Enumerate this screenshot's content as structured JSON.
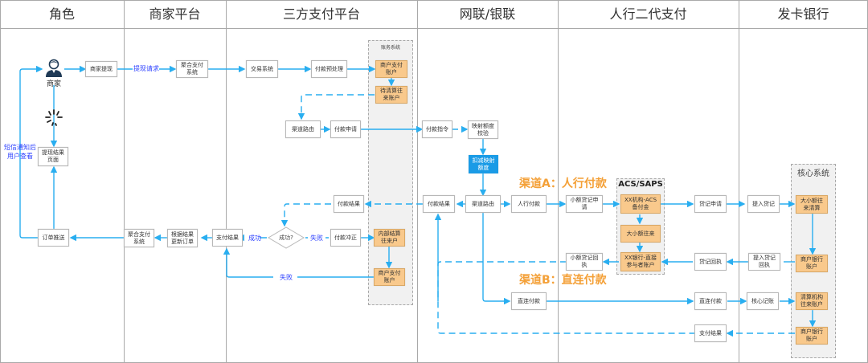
{
  "lanes": [
    {
      "label": "角色"
    },
    {
      "label": "商家平台"
    },
    {
      "label": "三方支付平台"
    },
    {
      "label": "网联/银联"
    },
    {
      "label": "人行二代支付"
    },
    {
      "label": "发卡银行"
    }
  ],
  "groups": {
    "account_system": "账务系统",
    "acs_saps": "ACS/SAPS",
    "core_system": "核心系统"
  },
  "actor": {
    "name": "商家",
    "icon": "merchant-user-icon"
  },
  "nodes": {
    "merchant_withdraw": "商家提现",
    "withdraw_result_page": "提现结果页面",
    "order_push": "订单推送",
    "aggregate_pay_1": "聚合支付系统",
    "aggregate_pay_2": "聚合支付系统",
    "update_order": "根据结果更新订单",
    "trade_system": "交易系统",
    "pay_preprocess": "付款预处理",
    "merchant_pay_account_1": "商户支付账户",
    "pending_clearing_account": "待清算往来账户",
    "channel_route_1": "渠道路由",
    "pay_apply": "付款申请",
    "pay_result_1": "付款结果",
    "pay_reversal": "付款冲正",
    "internal_settlement_account": "内部结算往来户",
    "merchant_pay_account_2": "商户支付账户",
    "payment_result_1": "支付结果",
    "pay_instruction": "付款指令",
    "mapping_quota_check": "映射额度校验",
    "deduct_mapping_quota": "扣减映射额度",
    "pay_result_2": "付款结果",
    "channel_route_2": "渠道路由",
    "pboc_pay": "人行付款",
    "direct_pay_1": "直连付款",
    "small_credit_apply": "小额贷记申请",
    "small_credit_receipt": "小额贷记回执",
    "acs_reserve": "XX机构-ACS备付金",
    "large_small_exchange": "大小额往来",
    "direct_participant_account": "XX银行-直接参与者账户",
    "credit_apply": "贷记申请",
    "credit_receipt": "贷记回执",
    "direct_pay_2": "直连付款",
    "payment_result_2": "支付结果",
    "credit_entry": "提入贷记",
    "credit_entry_receipt": "提入贷记回执",
    "core_booking": "核心记账",
    "large_small_clearing": "大小额往来清算",
    "merchant_bank_account_1": "商户银行账户",
    "clearing_org_account": "清算机构往来账户",
    "merchant_bank_account_2": "商户银行账户"
  },
  "edge_labels": {
    "withdraw_request": "提现请求",
    "sms_notify_line1": "短信通知后",
    "sms_notify_line2": "用户查看",
    "success": "成功",
    "fail_1": "失败",
    "fail_2": "失败",
    "decision": "成功?"
  },
  "channels": {
    "a": "渠道A：人行付款",
    "b": "渠道B：直连付款"
  },
  "colors": {
    "edge": "#29aef0",
    "edge_label": "#2b3fff",
    "channel_label": "#f4a037",
    "orange_node": "#f9c98c",
    "blue_node": "#1a9be6",
    "group_bg": "#f1f1f1"
  }
}
